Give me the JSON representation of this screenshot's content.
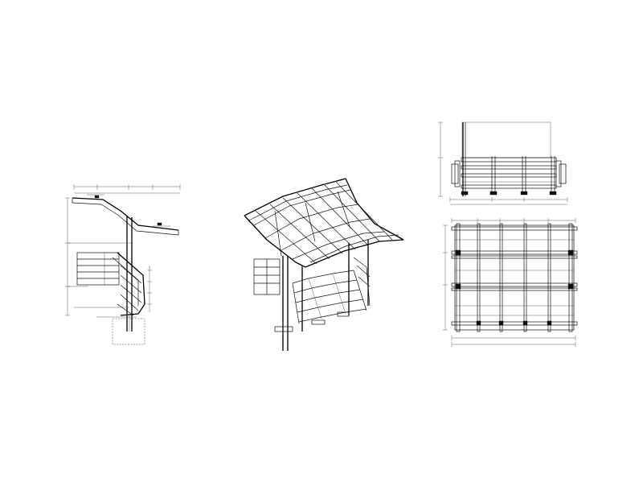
{
  "drawing": {
    "views": [
      {
        "id": "side-elevation",
        "label": ""
      },
      {
        "id": "isometric-view",
        "label": ""
      },
      {
        "id": "front-elevation",
        "label": ""
      },
      {
        "id": "plan-view",
        "label": ""
      }
    ],
    "colors": {
      "line": "#111111",
      "background": "#ffffff"
    }
  }
}
